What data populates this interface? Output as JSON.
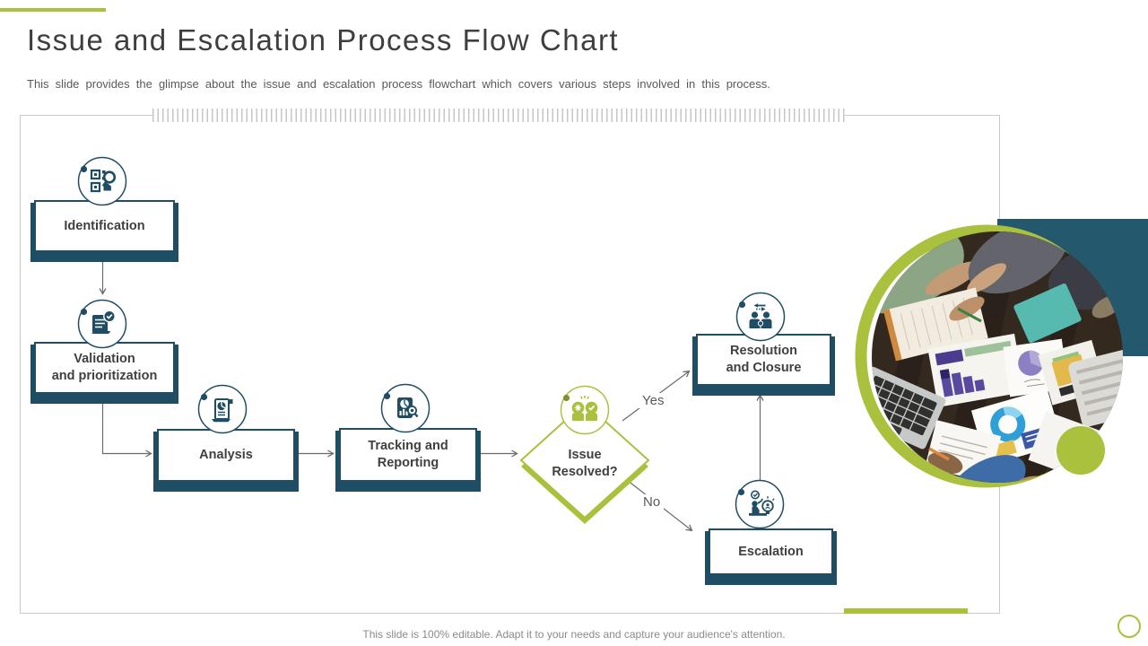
{
  "slide": {
    "title": "Issue and Escalation Process Flow Chart",
    "subtitle": "This slide provides the glimpse about the issue and escalation process flowchart which covers various steps involved in this process.",
    "footer_note": "This slide is 100% editable. Adapt it to your needs and capture your audience's attention."
  },
  "colors": {
    "navy": "#1f4e64",
    "lime": "#a9c13d",
    "lime-dark": "#7d9130",
    "teal-block": "#24586c",
    "title-text": "#3e3e3e",
    "body-text": "#595959",
    "label-text": "#404040",
    "footer-text": "#8b8b8b",
    "connector": "#6a6a6a"
  },
  "flowchart": {
    "nodes": [
      {
        "id": "identification",
        "label": "Identification",
        "lines": [
          "Identification"
        ],
        "icon": "qr-search-icon"
      },
      {
        "id": "validation",
        "label": "Validation and prioritization",
        "lines": [
          "Validation",
          "and prioritization"
        ],
        "icon": "scroll-check-icon"
      },
      {
        "id": "analysis",
        "label": "Analysis",
        "lines": [
          "Analysis"
        ],
        "icon": "scroll-pie-icon"
      },
      {
        "id": "tracking",
        "label": "Tracking and Reporting",
        "lines": [
          "Tracking and",
          "Reporting"
        ],
        "icon": "chart-magnifier-icon"
      },
      {
        "id": "decision",
        "label": "Issue Resolved?",
        "lines": [
          "Issue",
          "Resolved?"
        ],
        "icon": "thinking-heads-icon",
        "shape": "diamond"
      },
      {
        "id": "resolution",
        "label": "Resolution and Closure",
        "lines": [
          "Resolution",
          "and Closure"
        ],
        "icon": "people-exchange-icon"
      },
      {
        "id": "escalation",
        "label": "Escalation",
        "lines": [
          "Escalation"
        ],
        "icon": "person-idea-icon"
      }
    ],
    "branch_labels": {
      "yes": "Yes",
      "no": "No"
    }
  }
}
